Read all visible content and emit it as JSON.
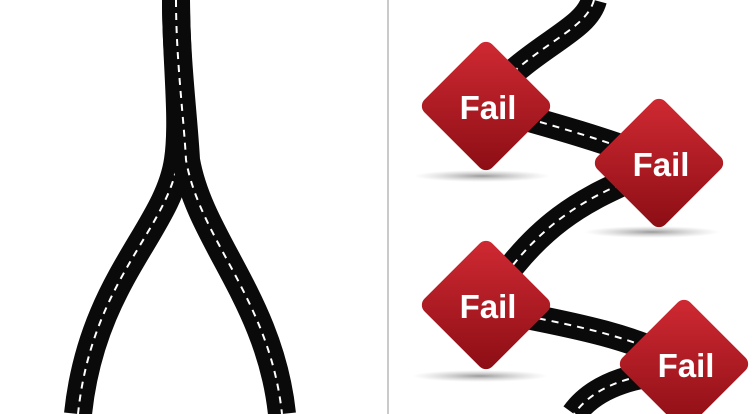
{
  "colors": {
    "background": "#ffffff",
    "road": "#0a0a0a",
    "road_center_line": "#ffffff",
    "sign_fill_light": "#c8222b",
    "sign_fill_dark": "#8b0d14",
    "sign_text": "#ffffff",
    "divider": "#b9b9b9",
    "shadow": "#9a9a9a"
  },
  "left_panel": {
    "road_icon": "forking-road"
  },
  "right_panel": {
    "road_icon": "winding-road",
    "signs": [
      {
        "label": "Fail",
        "icon": "diamond-warning-sign"
      },
      {
        "label": "Fail",
        "icon": "diamond-warning-sign"
      },
      {
        "label": "Fail",
        "icon": "diamond-warning-sign"
      },
      {
        "label": "Fail",
        "icon": "diamond-warning-sign"
      }
    ]
  }
}
